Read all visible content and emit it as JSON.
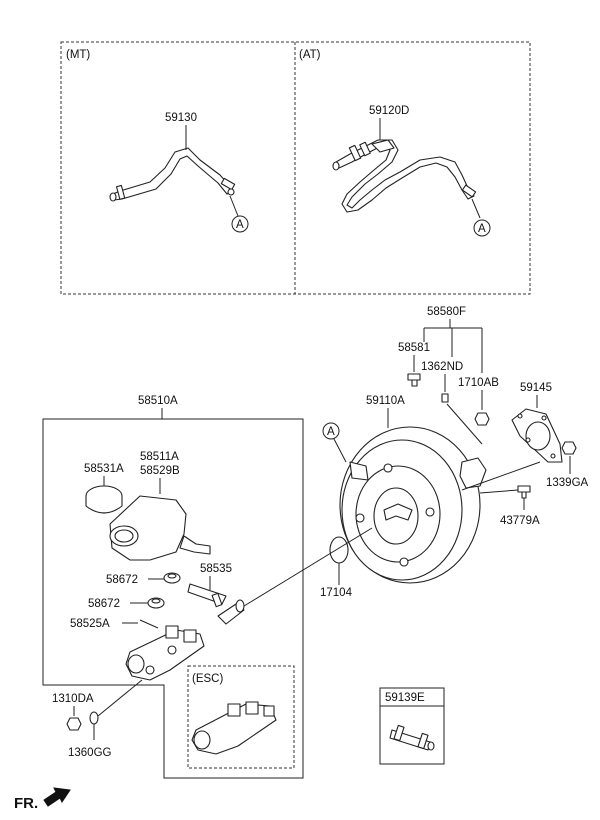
{
  "sections": {
    "mt": "(MT)",
    "at": "(AT)",
    "esc": "(ESC)"
  },
  "callouts": {
    "a": "A"
  },
  "parts": {
    "p59130": "59130",
    "p59120D": "59120D",
    "p58580F": "58580F",
    "p58581": "58581",
    "p1362ND": "1362ND",
    "p1710AB": "1710AB",
    "p59145": "59145",
    "p1339GA": "1339GA",
    "p43779A": "43779A",
    "p59110A": "59110A",
    "p58510A": "58510A",
    "p58511A": "58511A",
    "p58529B": "58529B",
    "p58531A": "58531A",
    "p58672": "58672",
    "p58535": "58535",
    "p58525A": "58525A",
    "p17104": "17104",
    "p1310DA": "1310DA",
    "p1360GG": "1360GG",
    "p59139E": "59139E"
  },
  "direction": {
    "fr": "FR."
  }
}
